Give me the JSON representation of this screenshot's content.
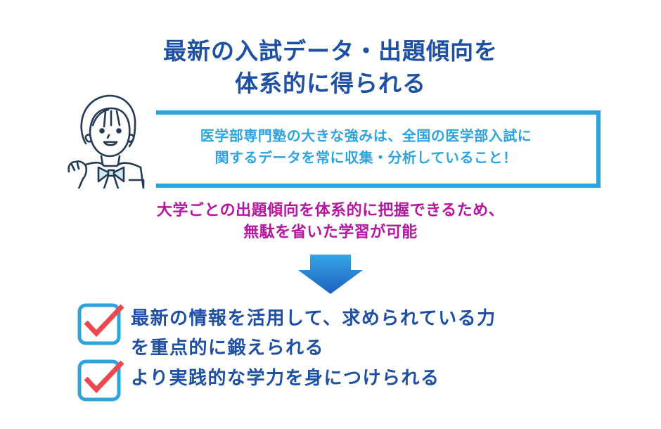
{
  "heading": {
    "line1": "最新の入試データ・出題傾向を",
    "line2": "体系的に得られる",
    "color": "#1d4fa3"
  },
  "callout": {
    "line1": "医学部専門塾の大きな強みは、全国の医学部入試に",
    "line2": "関するデータを常に収集・分析していること！",
    "color": "#2ea3df",
    "character": "student-girl-illustration"
  },
  "highlight": {
    "line1": "大学ごとの出題傾向を体系的に把握できるため、",
    "line2": "無駄を省いた学習が可能",
    "color": "#b5179e"
  },
  "arrow": {
    "icon": "down-arrow-icon",
    "color": "#2a7fd4"
  },
  "benefits": [
    {
      "icon": "checkbox-checked-icon",
      "line1": "最新の情報を活用して、求められている力",
      "line2": "を重点的に鍛えられる"
    },
    {
      "icon": "checkbox-checked-icon",
      "line1": "より実践的な学力を身につけられる"
    }
  ],
  "colors": {
    "check": "#f0474f",
    "checkbox_border": "#2ea3df"
  }
}
